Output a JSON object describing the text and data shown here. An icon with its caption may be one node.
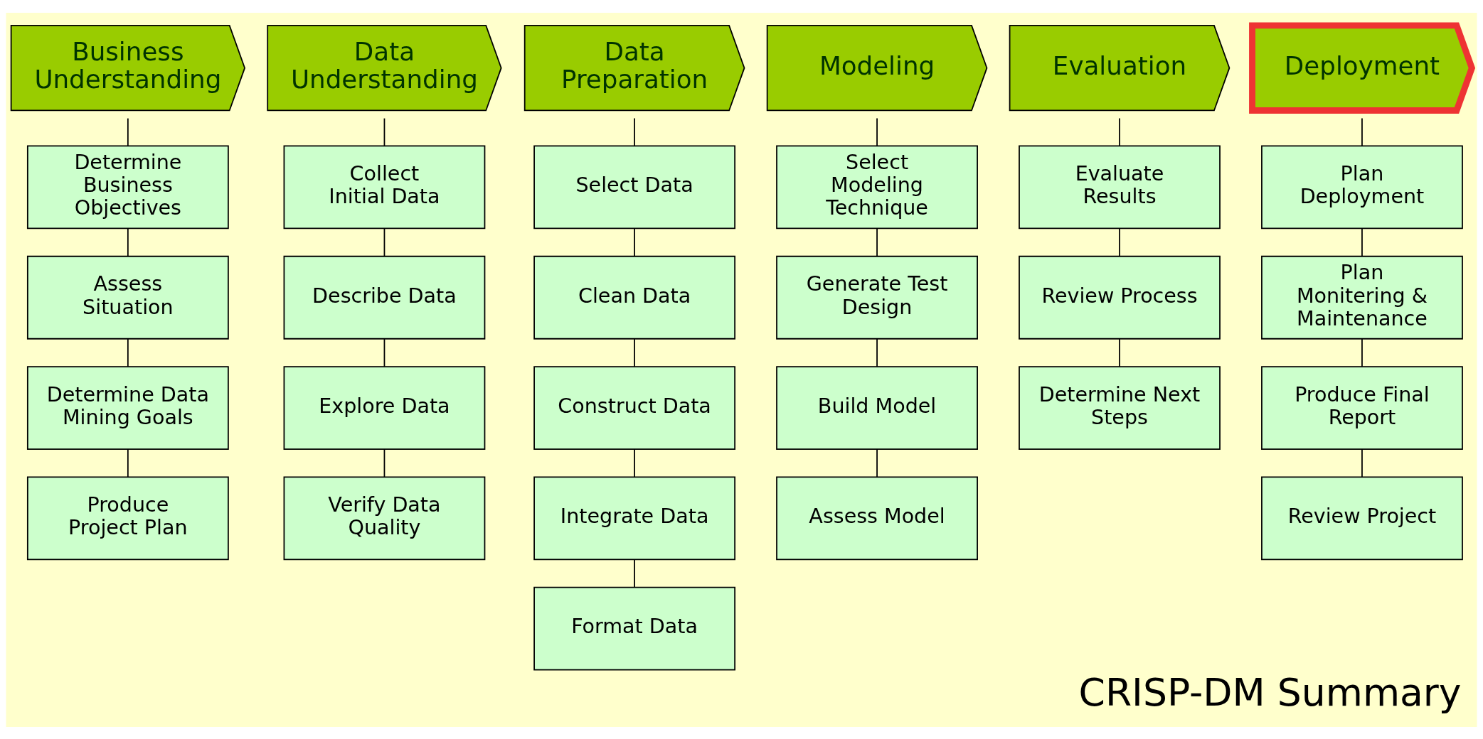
{
  "diagram": {
    "title": "CRISP-DM Summary",
    "nodes": [
      {
        "text": [
          "Business Understanding"
        ]
      },
      {
        "text": [
          "Data Understanding"
        ]
      },
      {
        "text": [
          "Data Preparation"
        ]
      },
      {
        "text": [
          "Modeling"
        ]
      },
      {
        "text": [
          "Evaluation"
        ]
      },
      {
        "text": [
          "Deployment"
        ]
      },
      {
        "text": [
          "Determine Business Objectives"
        ]
      },
      {
        "text": [
          "Assess Situation"
        ]
      },
      {
        "text": [
          "Determine Data Mining Goals"
        ]
      },
      {
        "text": [
          "Produce Project Plan"
        ]
      },
      {
        "text": [
          "Collect Initial Data"
        ]
      },
      {
        "text": [
          "Describe Data"
        ]
      },
      {
        "text": [
          "Explore Data"
        ]
      },
      {
        "text": [
          "Verify Data Quality"
        ]
      },
      {
        "text": [
          "Select Data"
        ]
      },
      {
        "text": [
          "Clean Data"
        ]
      },
      {
        "text": [
          "Construct Data"
        ]
      },
      {
        "text": [
          "Integrate Data"
        ]
      },
      {
        "text": [
          "Format Data"
        ]
      },
      {
        "text": [
          "Select Modeling Technique"
        ]
      },
      {
        "text": [
          "Generate Test Design"
        ]
      },
      {
        "text": [
          "Build Model"
        ]
      },
      {
        "text": [
          "Assess Model"
        ]
      },
      {
        "text": [
          "Evaluate Results"
        ]
      },
      {
        "text": [
          "Review Process"
        ]
      },
      {
        "text": [
          "Determine Next Steps"
        ]
      },
      {
        "text": [
          "Plan Deployment"
        ]
      },
      {
        "text": [
          "Plan Monitering & Maintenance"
        ]
      },
      {
        "text": [
          "Produce Final Report"
        ]
      },
      {
        "text": [
          "Review Project"
        ]
      }
    ],
    "edges": [
      {
        "from": 0,
        "to": 6,
        "arrow": "none"
      },
      {
        "from": 6,
        "to": 7,
        "arrow": "none"
      },
      {
        "from": 7,
        "to": 8,
        "arrow": "none"
      },
      {
        "from": 8,
        "to": 9,
        "arrow": "none"
      },
      {
        "from": 1,
        "to": 10,
        "arrow": "none"
      },
      {
        "from": 10,
        "to": 11,
        "arrow": "none"
      },
      {
        "from": 11,
        "to": 12,
        "arrow": "none"
      },
      {
        "from": 12,
        "to": 13,
        "arrow": "none"
      },
      {
        "from": 2,
        "to": 14,
        "arrow": "none"
      },
      {
        "from": 14,
        "to": 15,
        "arrow": "none"
      },
      {
        "from": 15,
        "to": 16,
        "arrow": "none"
      },
      {
        "from": 16,
        "to": 17,
        "arrow": "none"
      },
      {
        "from": 17,
        "to": 18,
        "arrow": "none"
      },
      {
        "from": 3,
        "to": 19,
        "arrow": "none"
      },
      {
        "from": 19,
        "to": 20,
        "arrow": "none"
      },
      {
        "from": 20,
        "to": 21,
        "arrow": "none"
      },
      {
        "from": 21,
        "to": 22,
        "arrow": "none"
      },
      {
        "from": 4,
        "to": 23,
        "arrow": "none"
      },
      {
        "from": 23,
        "to": 24,
        "arrow": "none"
      },
      {
        "from": 24,
        "to": 25,
        "arrow": "none"
      },
      {
        "from": 5,
        "to": 26,
        "arrow": "none"
      },
      {
        "from": 26,
        "to": 27,
        "arrow": "none"
      },
      {
        "from": 27,
        "to": 28,
        "arrow": "none"
      },
      {
        "from": 28,
        "to": 29,
        "arrow": "none"
      }
    ]
  }
}
